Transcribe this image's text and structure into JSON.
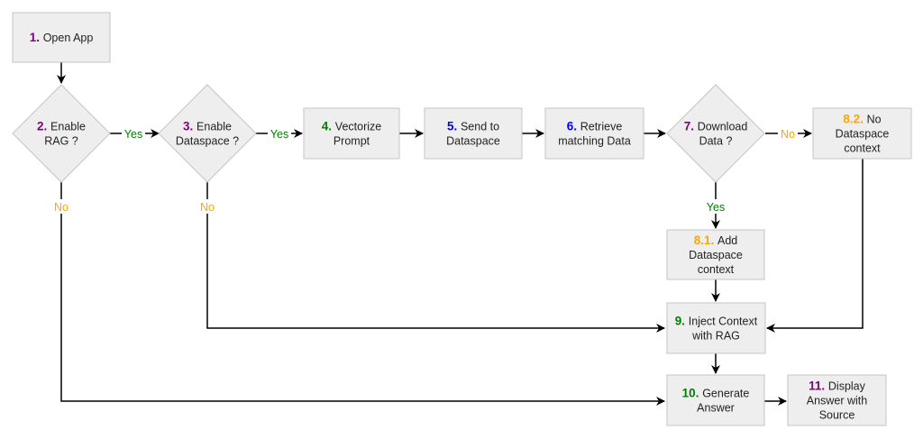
{
  "colors": {
    "purple": "#800080",
    "green": "#008000",
    "blue": "#0000ff",
    "orange": "#ffa500",
    "yes": "#008000",
    "no": "#ffa500"
  },
  "nodes": {
    "n1": {
      "num": "1.",
      "color": "purple",
      "lines": [
        "Open App"
      ]
    },
    "n2": {
      "num": "2.",
      "color": "purple",
      "lines": [
        "Enable",
        "RAG ?"
      ]
    },
    "n3": {
      "num": "3.",
      "color": "purple",
      "lines": [
        "Enable",
        "Dataspace ?"
      ]
    },
    "n4": {
      "num": "4.",
      "color": "green",
      "lines": [
        "Vectorize",
        "Prompt"
      ]
    },
    "n5": {
      "num": "5.",
      "color": "blue",
      "lines": [
        "Send to",
        "Dataspace"
      ]
    },
    "n6": {
      "num": "6.",
      "color": "blue",
      "lines": [
        "Retrieve",
        "matching Data"
      ]
    },
    "n7": {
      "num": "7.",
      "color": "purple",
      "lines": [
        "Download",
        "Data ?"
      ]
    },
    "n82": {
      "num": "8.2.",
      "color": "orange",
      "lines": [
        "No",
        "Dataspace",
        "context"
      ]
    },
    "n81": {
      "num": "8.1.",
      "color": "orange",
      "lines": [
        "Add",
        "Dataspace",
        "context"
      ]
    },
    "n9": {
      "num": "9.",
      "color": "green",
      "lines": [
        "Inject Context",
        "with RAG"
      ]
    },
    "n10": {
      "num": "10.",
      "color": "green",
      "lines": [
        "Generate",
        "Answer"
      ]
    },
    "n11": {
      "num": "11.",
      "color": "purple",
      "lines": [
        "Display",
        "Answer with",
        "Source"
      ]
    }
  },
  "edge_labels": {
    "yes": "Yes",
    "no": "No"
  }
}
